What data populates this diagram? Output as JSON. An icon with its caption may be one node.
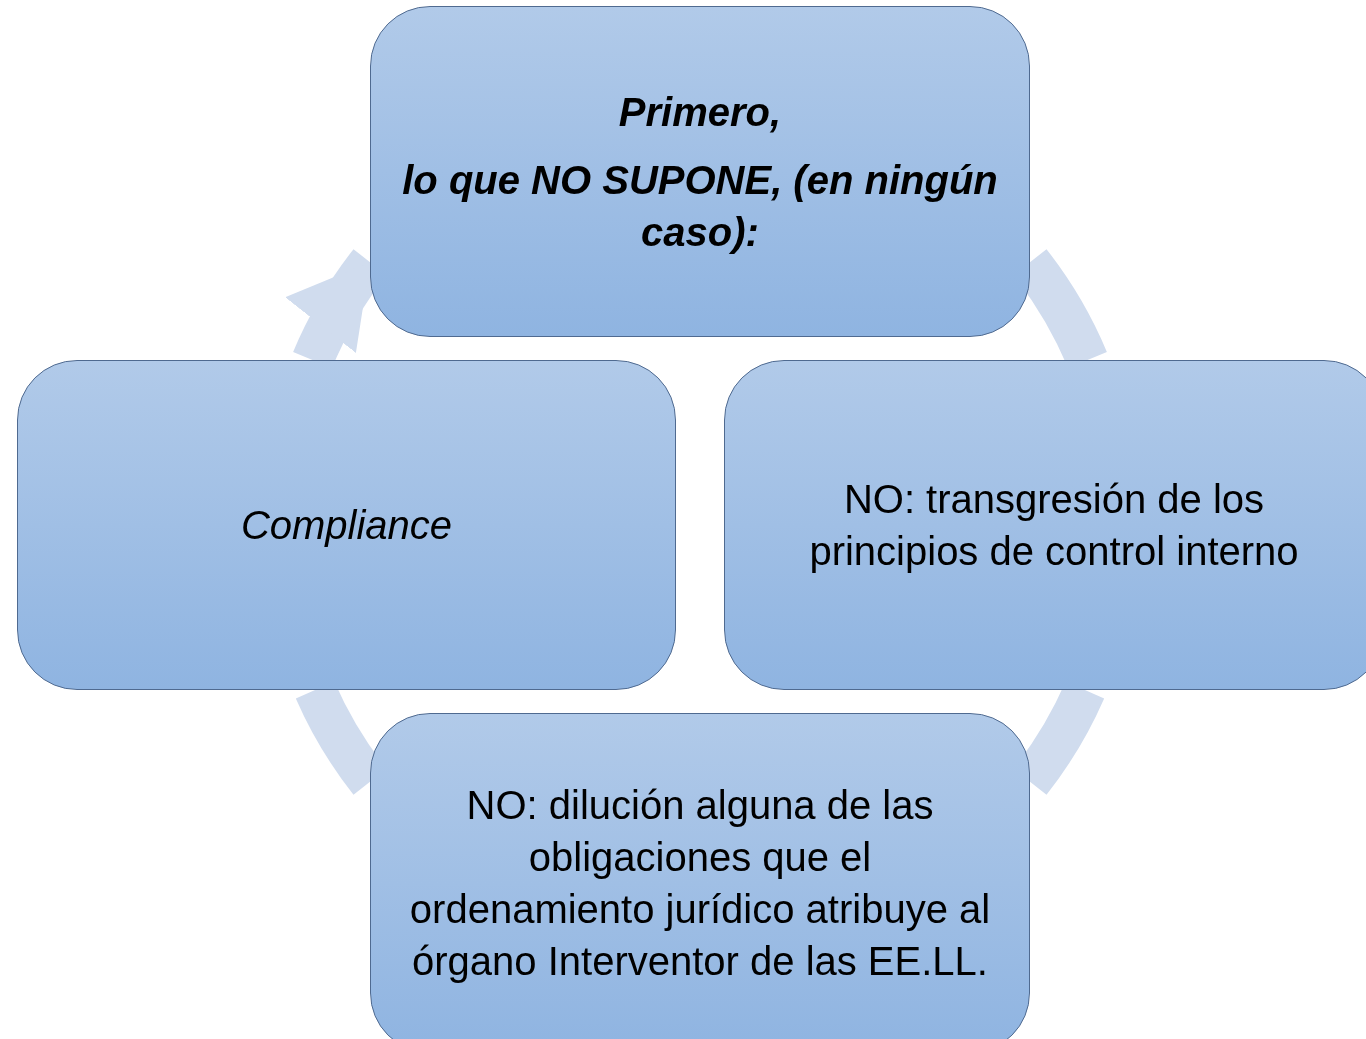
{
  "diagram": {
    "nodes": [
      {
        "text": [
          "Primero,",
          "lo que NO SUPONE, (en ningún caso):"
        ]
      },
      {
        "text": [
          "NO: transgresión de los principios de control interno"
        ]
      },
      {
        "text": [
          "NO: dilución alguna de las obligaciones que el ordenamiento jurídico atribuye al órgano Interventor de las EE.LL."
        ]
      },
      {
        "text": [
          "Compliance"
        ]
      }
    ],
    "edges": [
      {
        "from": 0,
        "to": 1,
        "arrow": "none"
      },
      {
        "from": 1,
        "to": 2,
        "arrow": "none"
      },
      {
        "from": 2,
        "to": 3,
        "arrow": "none"
      },
      {
        "from": 3,
        "to": 0,
        "arrow": "to"
      }
    ]
  }
}
